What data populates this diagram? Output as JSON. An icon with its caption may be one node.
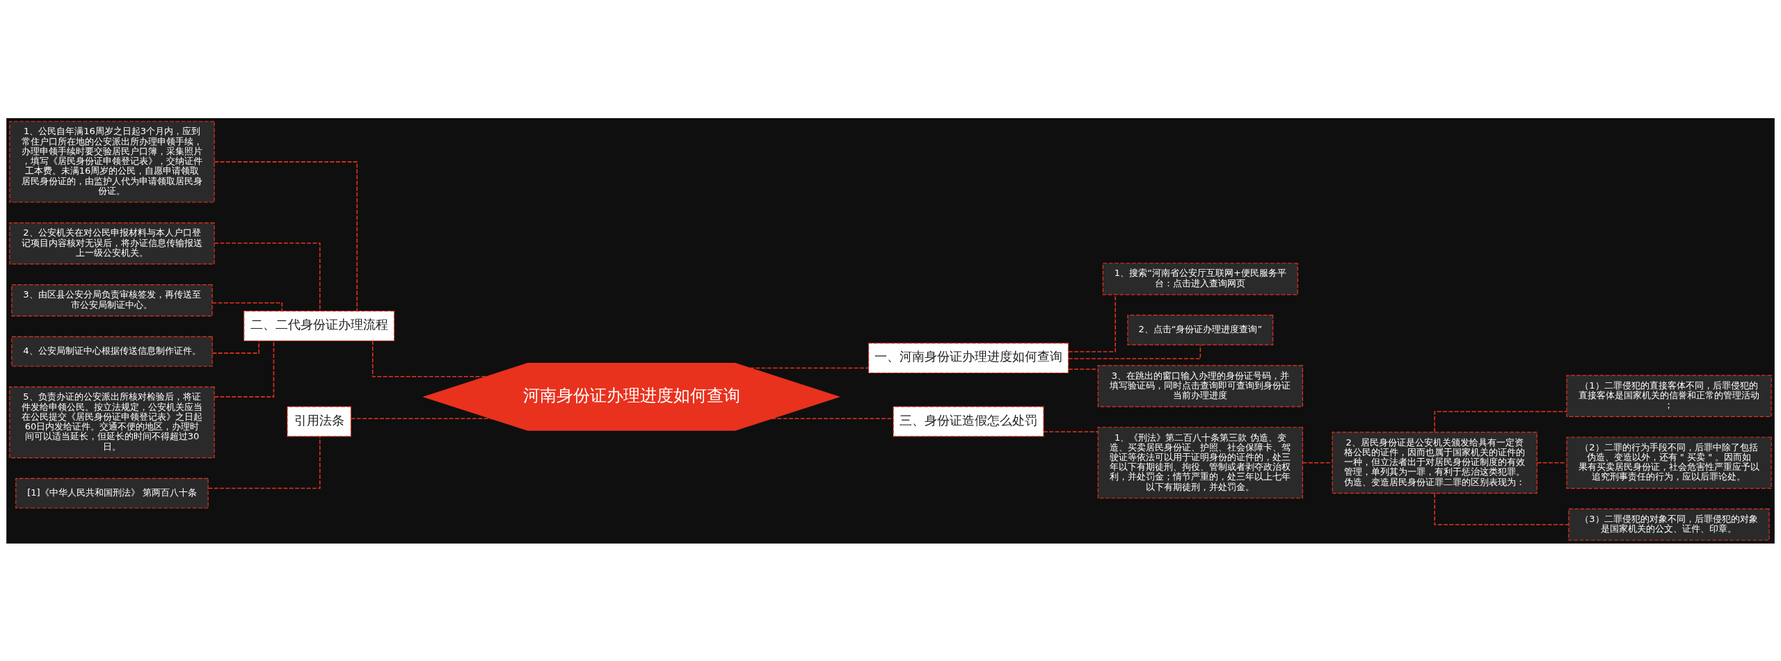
{
  "diagram": {
    "nodes": [
      {
        "text": [
          "河南身份证办理进度如何查询"
        ]
      },
      {
        "text": [
          "二、二代身份证办理流程"
        ]
      },
      {
        "text": [
          "1、公民自年满16周岁之日起3个月内，应到常住户口所在地的公安派出所办理申领手续，办理申领手续时要交验居民户口簿，采集照片，填写《居民身份证申领登记表》，交纳证件工本费。未满16周岁的公民，自愿申请领取居民身份证的，由监护人代为申请领取居民身份证。"
        ]
      },
      {
        "text": [
          "2、公安机关在对公民申报材料与本人户口登记项目内容核对无误后，将办证信息传输报送上一级公安机关。"
        ]
      },
      {
        "text": [
          "3、由区县公安分局负责审核签发，再传送至市公安局制证中心。"
        ]
      },
      {
        "text": [
          "4、公安局制证中心根据传送信息制作证件。"
        ]
      },
      {
        "text": [
          "5、负责办证的公安派出所核对检验后，将证件发给申领公民。按立法规定，公安机关应当在公民提交《居民身份证申领登记表》之日起60日内发给证件。交通不便的地区，办理时间可以适当延长，但延长的时间不得超过30日。"
        ]
      },
      {
        "text": [
          "引用法条"
        ]
      },
      {
        "text": [
          "[1]《中华人民共和国刑法》 第两百八十条"
        ]
      },
      {
        "text": [
          "一、河南身份证办理进度如何查询"
        ]
      },
      {
        "text": [
          "1、搜索“河南省公安厅互联网+便民服务平台：点击进入查询网页"
        ]
      },
      {
        "text": [
          "2、点击“身份证办理进度查询”"
        ]
      },
      {
        "text": [
          "3、在跳出的窗口输入办理的身份证号码，并填写验证码，同时点击查询即可查询到身份证当前办理进度"
        ]
      },
      {
        "text": [
          "三、身份证造假怎么处罚"
        ]
      },
      {
        "text": [
          "1、《刑法》第二百八十条第三款 伪造、变造、买卖居民身份证、护照、社会保障卡、驾驶证等依法可以用于证明身份的证件的，处三年以下有期徒刑、拘役、管制或者剥夺政治权利，并处罚金；情节严重的，处三年以上七年以下有期徒刑，并处罚金。"
        ]
      },
      {
        "text": [
          "2、居民身份证是公安机关颁发给具有一定资格公民的证件，因而也属于国家机关的证件的一种，但立法者出于对居民身份证制度的有效管理，单列其为一罪，有利于惩治这类犯罪。伪造、变造居民身份证罪二罪的区别表现为："
        ]
      },
      {
        "text": [
          "（1）二罪侵犯的直接客体不同，后罪侵犯的直接客体是国家机关的信誉和正常的管理活动；"
        ]
      },
      {
        "text": [
          "（2）二罪的行为手段不同，后罪中除了包括伪造、变造以外，还有 \" 买卖 \" 。因而如果有买卖居民身份证，社会危害性严重应予以追究刑事责任的行为，应以后罪论处。"
        ]
      },
      {
        "text": [
          "（3）二罪侵犯的对象不同，后罪侵犯的对象是国家机关的公文、证件、印章。"
        ]
      }
    ],
    "edges": [
      {
        "from": 0,
        "to": 1,
        "arrow": "none",
        "style": "dashed"
      },
      {
        "from": 1,
        "to": 2,
        "arrow": "none",
        "style": "dashed"
      },
      {
        "from": 1,
        "to": 3,
        "arrow": "none",
        "style": "dashed"
      },
      {
        "from": 1,
        "to": 4,
        "arrow": "none",
        "style": "dashed"
      },
      {
        "from": 1,
        "to": 5,
        "arrow": "none",
        "style": "dashed"
      },
      {
        "from": 1,
        "to": 6,
        "arrow": "none",
        "style": "dashed"
      },
      {
        "from": 0,
        "to": 7,
        "arrow": "none",
        "style": "dashed"
      },
      {
        "from": 7,
        "to": 8,
        "arrow": "none",
        "style": "dashed"
      },
      {
        "from": 0,
        "to": 9,
        "arrow": "none",
        "style": "dashed"
      },
      {
        "from": 9,
        "to": 10,
        "arrow": "none",
        "style": "dashed"
      },
      {
        "from": 9,
        "to": 11,
        "arrow": "none",
        "style": "dashed"
      },
      {
        "from": 9,
        "to": 12,
        "arrow": "none",
        "style": "dashed"
      },
      {
        "from": 0,
        "to": 13,
        "arrow": "none",
        "style": "dashed"
      },
      {
        "from": 13,
        "to": 14,
        "arrow": "none",
        "style": "dashed"
      },
      {
        "from": 14,
        "to": 15,
        "arrow": "none",
        "style": "dashed"
      },
      {
        "from": 15,
        "to": 16,
        "arrow": "none",
        "style": "dashed"
      },
      {
        "from": 15,
        "to": 17,
        "arrow": "none",
        "style": "dashed"
      },
      {
        "from": 15,
        "to": 18,
        "arrow": "none",
        "style": "dashed"
      }
    ]
  }
}
